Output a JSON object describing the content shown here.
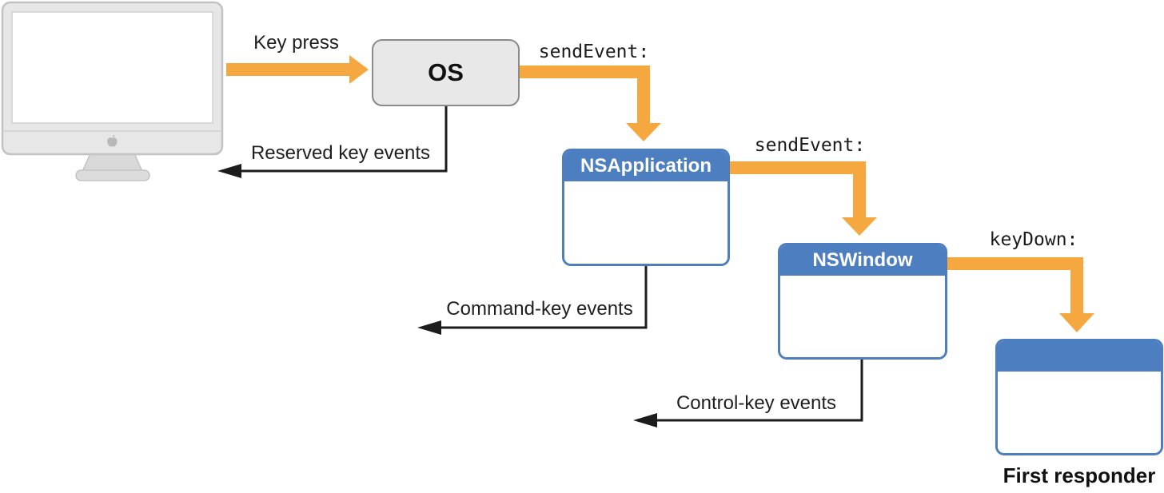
{
  "nodes": {
    "monitor": {
      "icon": "imac-monitor"
    },
    "os": {
      "label": "OS"
    },
    "nsapplication": {
      "label": "NSApplication"
    },
    "nswindow": {
      "label": "NSWindow"
    },
    "first_responder": {
      "caption": "First responder"
    }
  },
  "edges": {
    "key_press": {
      "label": "Key press"
    },
    "send_event_os_to_app": {
      "label": "sendEvent:"
    },
    "send_event_app_to_window": {
      "label": "sendEvent:"
    },
    "key_down": {
      "label": "keyDown:"
    },
    "reserved_key_events": {
      "label": "Reserved key events"
    },
    "command_key_events": {
      "label": "Command-key events"
    },
    "control_key_events": {
      "label": "Control-key events"
    }
  },
  "colors": {
    "arrow_orange": "#f6a840",
    "header_blue": "#4d7ec0",
    "os_fill": "#e8e8e8",
    "os_border": "#8a8a8a",
    "black_arrow": "#1c1c1c",
    "monitor_gray": "#e7e7e7",
    "background": "#ffffff"
  }
}
